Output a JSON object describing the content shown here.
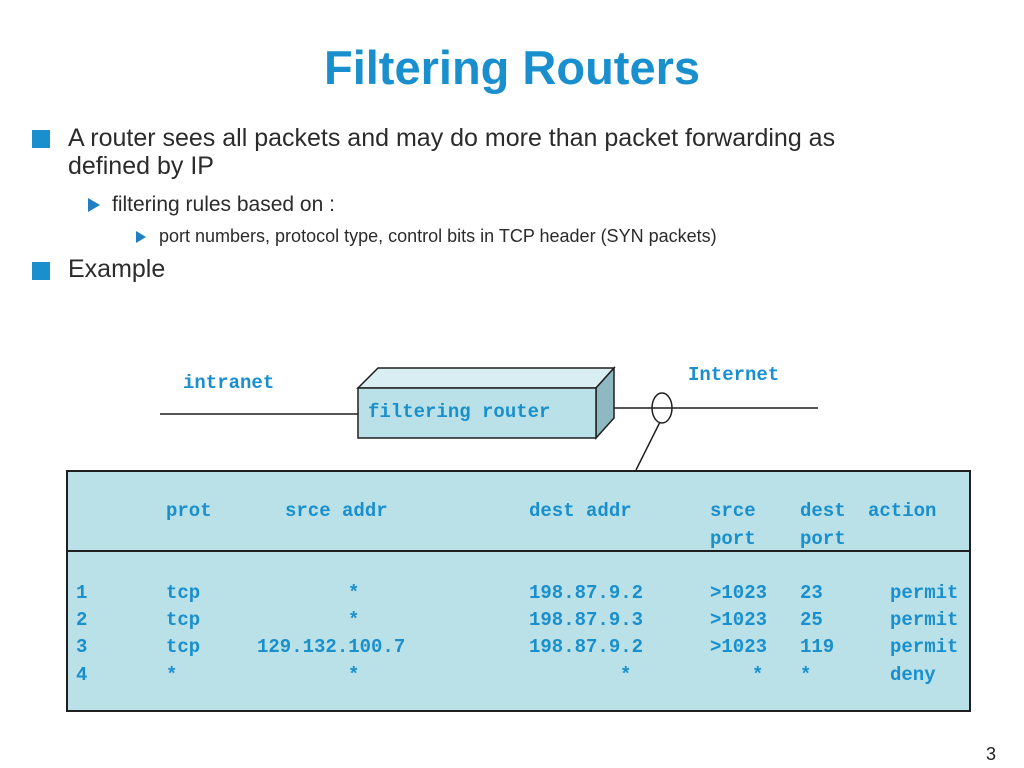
{
  "slide": {
    "title": "Filtering Routers",
    "bullets": [
      {
        "text_line1": "A router sees all packets and may do more than packet forwarding as",
        "text_line2": "defined by IP"
      },
      {
        "text": "filtering rules based on :"
      },
      {
        "text": "port numbers, protocol type, control bits in TCP header (SYN packets)"
      },
      {
        "text": "Example"
      }
    ],
    "page_number": "3"
  },
  "diagram": {
    "intranet_label": "intranet",
    "internet_label": "Internet",
    "router_label": "filtering router"
  },
  "table": {
    "headers": {
      "prot": "prot",
      "srce_addr": "srce addr",
      "dest_addr": "dest addr",
      "srce_port_1": "srce",
      "srce_port_2": "port",
      "dest_port_1": "dest",
      "dest_port_2": "port",
      "action": "action"
    },
    "rows": [
      {
        "num": "1",
        "prot": "tcp",
        "srce_addr": "*",
        "dest_addr": "198.87.9.2",
        "srce_port": ">1023",
        "dest_port": "23",
        "action": "permit"
      },
      {
        "num": "2",
        "prot": "tcp",
        "srce_addr": "*",
        "dest_addr": "198.87.9.3",
        "srce_port": ">1023",
        "dest_port": "25",
        "action": "permit"
      },
      {
        "num": "3",
        "prot": "tcp",
        "srce_addr": "129.132.100.7",
        "dest_addr": "198.87.9.2",
        "srce_port": ">1023",
        "dest_port": "119",
        "action": "permit"
      },
      {
        "num": "4",
        "prot": "*",
        "srce_addr": "*",
        "dest_addr": "*",
        "srce_port": "*",
        "dest_port": "*",
        "action": "deny"
      }
    ]
  },
  "colors": {
    "title": "#1a8fcd",
    "bullet_square": "#1a8fcd",
    "table_bg": "#b9e1e7",
    "router_front": "#b9e1e7",
    "router_top": "#d9eef2",
    "router_side": "#8fb9c0"
  }
}
